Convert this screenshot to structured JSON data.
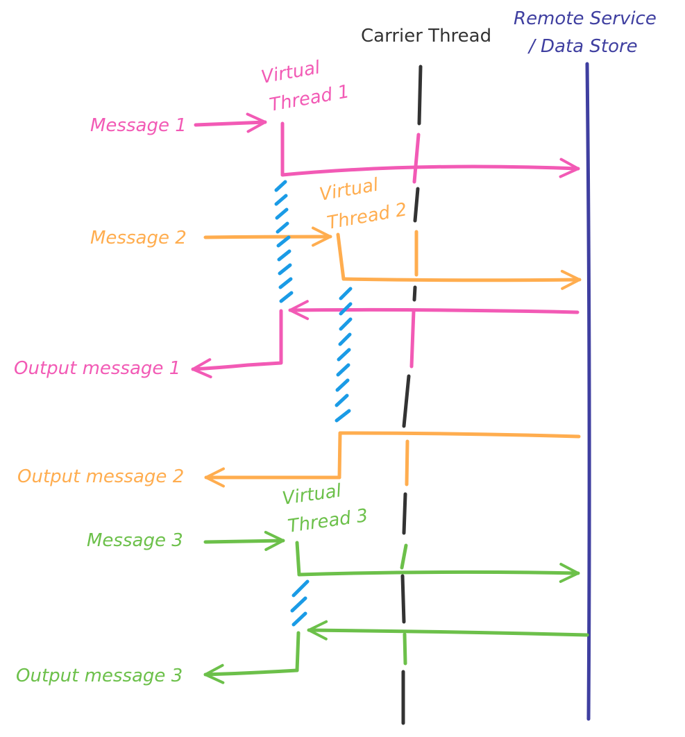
{
  "headers": {
    "carrier": "Carrier Thread",
    "remote_line1": "Remote Service",
    "remote_line2": "/ Data Store"
  },
  "virtual_threads": [
    {
      "line1": "Virtual",
      "line2": "Thread 1"
    },
    {
      "line1": "Virtual",
      "line2": "Thread 2"
    },
    {
      "line1": "Virtual",
      "line2": "Thread 3"
    }
  ],
  "messages": {
    "m1": "Message 1",
    "m2": "Message 2",
    "m3": "Message 3",
    "o1": "Output message 1",
    "o2": "Output message 2",
    "o3": "Output message 3"
  },
  "colors": {
    "thread1": "#f25ab5",
    "thread2": "#ffad4f",
    "thread3": "#6cc04a",
    "carrier": "#333333",
    "remote": "#3f3fa0",
    "waiting": "#1a9be6"
  }
}
